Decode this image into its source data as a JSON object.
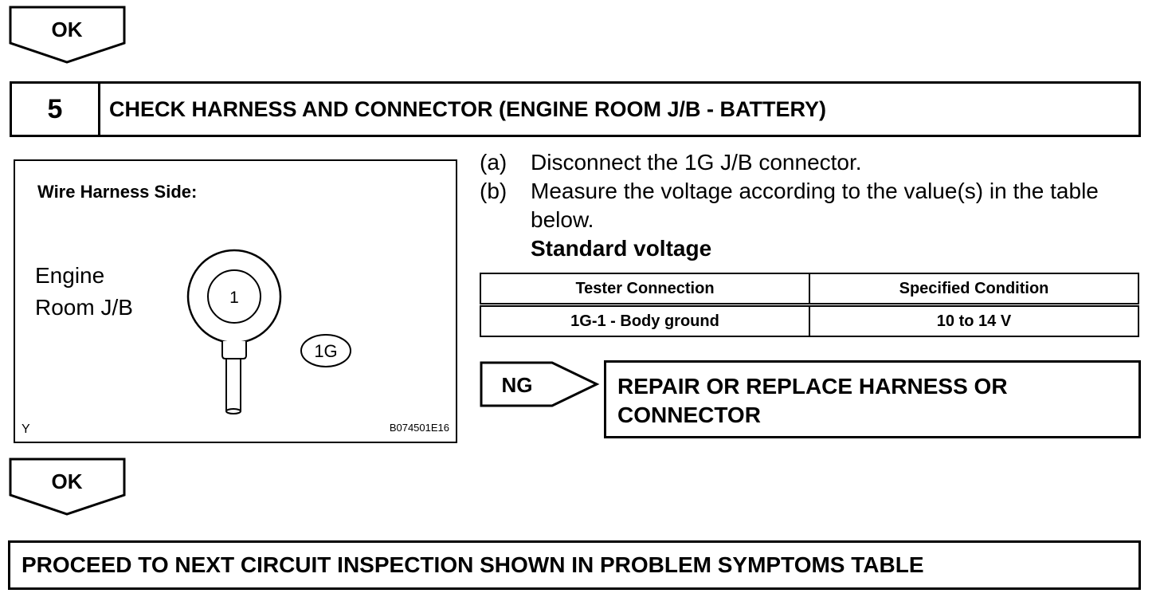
{
  "ok_badge_top": {
    "label": "OK"
  },
  "step": {
    "number": "5",
    "title": "CHECK HARNESS AND CONNECTOR (ENGINE ROOM J/B - BATTERY)"
  },
  "figure": {
    "heading": "Wire Harness Side:",
    "label_line1": "Engine",
    "label_line2": "Room J/B",
    "terminal_number": "1",
    "connector_code": "1G",
    "corner_letter": "Y",
    "figure_id": "B074501E16"
  },
  "instructions": [
    {
      "marker": "(a)",
      "text": "Disconnect the 1G J/B connector."
    },
    {
      "marker": "(b)",
      "text": "Measure the voltage according to the value(s) in the table below."
    }
  ],
  "instructions_subheading": "Standard voltage",
  "spec_table": {
    "headers": [
      "Tester Connection",
      "Specified Condition"
    ],
    "rows": [
      [
        "1G-1 - Body ground",
        "10 to 14 V"
      ]
    ]
  },
  "ng_badge": {
    "label": "NG"
  },
  "ng_result": {
    "text_line1": "REPAIR OR REPLACE HARNESS OR",
    "text_line2": "CONNECTOR"
  },
  "ok_badge_bottom": {
    "label": "OK"
  },
  "final_step": {
    "text": "PROCEED TO NEXT CIRCUIT INSPECTION SHOWN IN PROBLEM SYMPTOMS TABLE"
  }
}
